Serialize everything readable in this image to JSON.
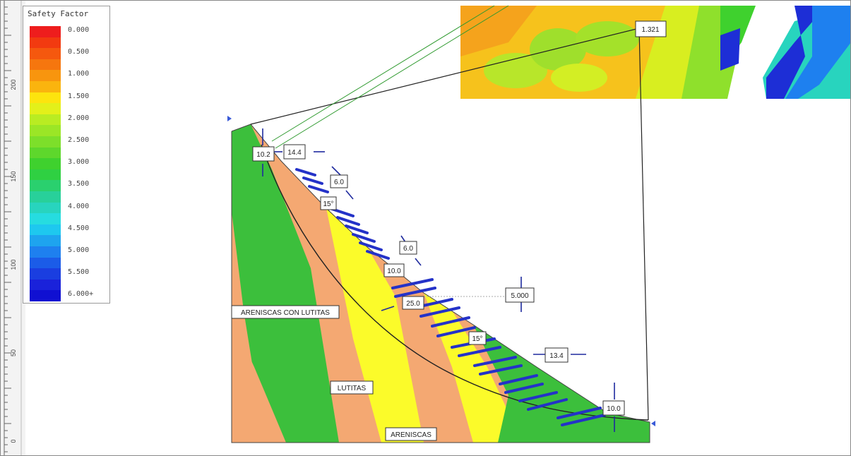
{
  "legend": {
    "title": "Safety Factor",
    "entries": [
      {
        "label": "0.000",
        "color": "#ee1d1d"
      },
      {
        "label": "",
        "color": "#f23a10"
      },
      {
        "label": "0.500",
        "color": "#f5580e"
      },
      {
        "label": "",
        "color": "#f6760e"
      },
      {
        "label": "1.000",
        "color": "#f8950e"
      },
      {
        "label": "",
        "color": "#fab40e"
      },
      {
        "label": "1.500",
        "color": "#fde40e"
      },
      {
        "label": "",
        "color": "#e3f01a"
      },
      {
        "label": "2.000",
        "color": "#b9ec22"
      },
      {
        "label": "",
        "color": "#9be626"
      },
      {
        "label": "2.500",
        "color": "#7ddf2a"
      },
      {
        "label": "",
        "color": "#5ed72c"
      },
      {
        "label": "3.000",
        "color": "#3fd12e"
      },
      {
        "label": "",
        "color": "#2fd042"
      },
      {
        "label": "3.500",
        "color": "#2ad06e"
      },
      {
        "label": "",
        "color": "#28d09a"
      },
      {
        "label": "4.000",
        "color": "#28d4be"
      },
      {
        "label": "",
        "color": "#26dce0"
      },
      {
        "label": "4.500",
        "color": "#1ec8ef"
      },
      {
        "label": "",
        "color": "#1ea4ef"
      },
      {
        "label": "5.000",
        "color": "#1e80ef"
      },
      {
        "label": "",
        "color": "#1b5ce8"
      },
      {
        "label": "5.500",
        "color": "#1a3ee0"
      },
      {
        "label": "",
        "color": "#1a22da"
      },
      {
        "label": "6.000+",
        "color": "#1010d2"
      }
    ]
  },
  "axis": {
    "ticks": [
      "200",
      "150",
      "100",
      "50",
      "0"
    ]
  },
  "slope": {
    "safety_factor": "1.321",
    "materials": {
      "upper": "ARENISCAS CON LUTITAS",
      "middle": "LUTITAS",
      "lower": "ARENISCAS"
    },
    "dimensions": {
      "crest_height": "10.2",
      "crest_width": "14.4",
      "bench_a": "6.0",
      "angle_a": "15°",
      "bench_b": "6.0",
      "bench_c": "10.0",
      "anchor_len": "25.0",
      "load": "5.000",
      "angle_b": "15°",
      "bench_d": "13.4",
      "toe_height": "10.0"
    }
  },
  "colors": {
    "sandstone_orange": "#f4a872",
    "shale_green": "#3cbf3c",
    "sandstone_yellow": "#fbfb2a",
    "anchor_blue": "#2432c8"
  }
}
